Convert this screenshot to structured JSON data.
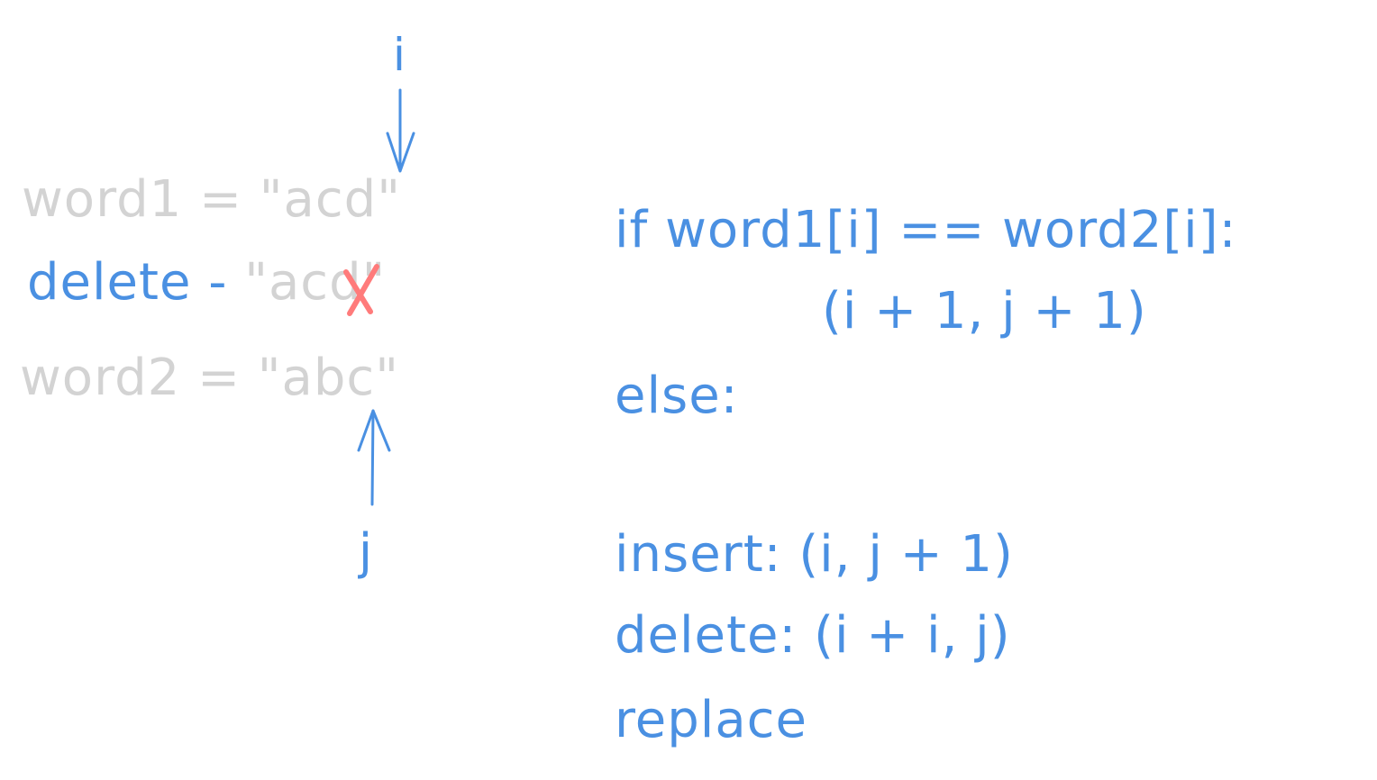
{
  "left": {
    "word1_line": "word1 = \"acd\"",
    "delete_prefix": "delete - ",
    "delete_string": "\"acd\"",
    "word2_line": "word2 = \"abc\"",
    "pointer_i": "i",
    "pointer_j": "j"
  },
  "right": {
    "if_line": "if word1[i] == word2[i]:",
    "if_body": "(i + 1, j + 1)",
    "else_line": "else:",
    "insert_line": "insert: (i, j + 1)",
    "delete_line": "delete: (i + i, j)",
    "replace_line": "replace"
  },
  "colors": {
    "faded_text": "#d3d3d3",
    "ink": "#4a90e2",
    "strike_mark": "#ff7b7b"
  },
  "icons": {
    "strike": "x-mark-icon",
    "arrow_down": "arrow-down-icon",
    "arrow_up": "arrow-up-icon"
  }
}
